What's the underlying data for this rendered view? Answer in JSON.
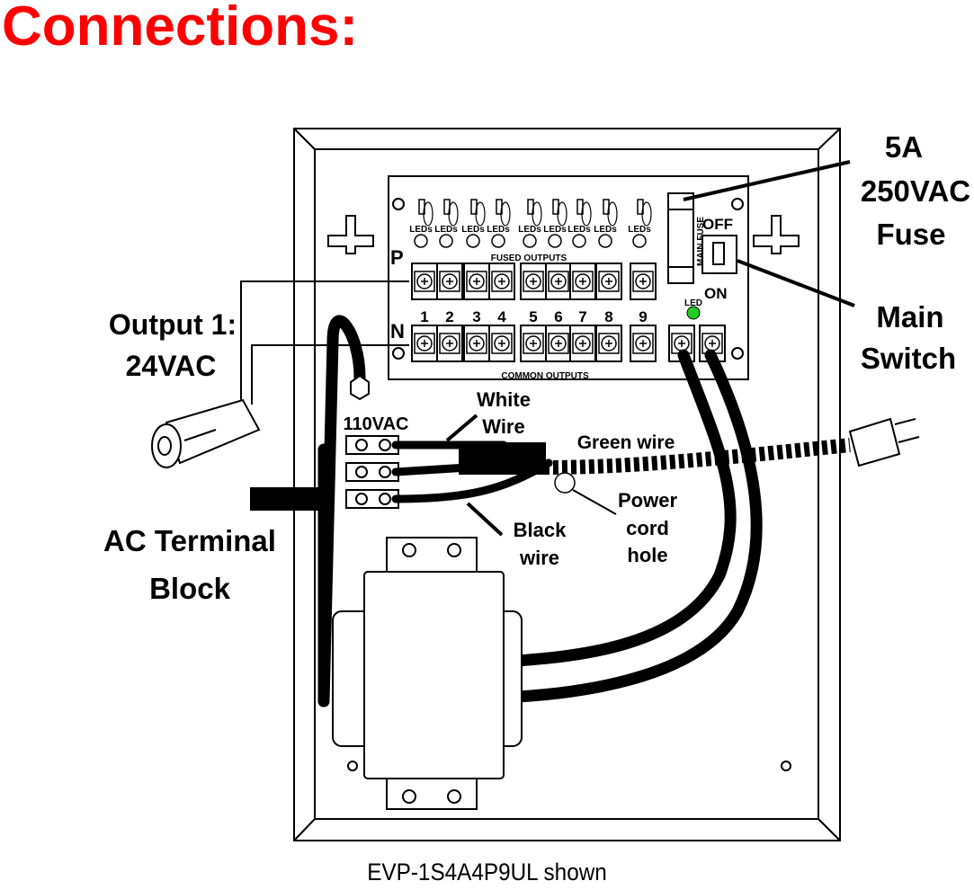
{
  "title": "Connections:",
  "caption": "EVP-1S4A4P9UL shown",
  "colors": {
    "title": "#ff0000",
    "status_led": "#22cc22"
  },
  "board": {
    "fused_outputs": "FUSED OUTPUTS",
    "common_outputs": "COMMON OUTPUTS",
    "led_label": "LEDs",
    "p_label": "P",
    "n_label": "N",
    "output_numbers": [
      "1",
      "2",
      "3",
      "4",
      "5",
      "6",
      "7",
      "8",
      "9"
    ],
    "main_fuse": "MAIN FUSE",
    "off": "OFF",
    "on": "ON",
    "led": "LED"
  },
  "callouts": {
    "fuse_line1": "5A",
    "fuse_line2": "250VAC",
    "fuse_line3": "Fuse",
    "switch_line1": "Main",
    "switch_line2": "Switch",
    "output_line1": "Output 1:",
    "output_line2": "24VAC",
    "ac_line1": "AC Terminal",
    "ac_line2": "Block",
    "vac110": "110VAC",
    "white_line1": "White",
    "white_line2": "Wire",
    "green": "Green wire",
    "black_line1": "Black",
    "black_line2": "wire",
    "cord_line1": "Power",
    "cord_line2": "cord",
    "cord_line3": "hole"
  }
}
